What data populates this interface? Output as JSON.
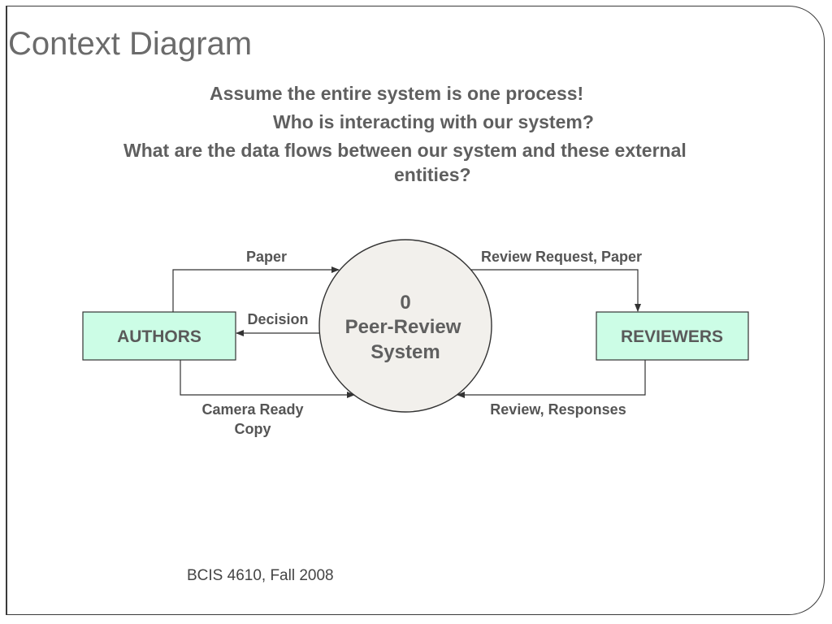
{
  "slide": {
    "title": "Context Diagram",
    "questions": {
      "line1": "Assume the entire system is one process!",
      "line2": "Who is interacting with our system?",
      "line3a": "What are the data flows between our system and these external",
      "line3b": "entities?"
    },
    "footer": "BCIS 4610, Fall 2008"
  },
  "diagram": {
    "process": {
      "number": "0",
      "name_line1": "Peer-Review",
      "name_line2": "System"
    },
    "entities": {
      "authors": "AUTHORS",
      "reviewers": "REVIEWERS"
    },
    "flows": {
      "paper": "Paper",
      "decision": "Decision",
      "camera_ready_line1": "Camera Ready",
      "camera_ready_line2": "Copy",
      "review_request": "Review Request, Paper",
      "review_responses": "Review, Responses"
    },
    "colors": {
      "entity_fill": "#ccfde6",
      "process_fill": "#f2f0ec",
      "line": "#333333"
    }
  }
}
